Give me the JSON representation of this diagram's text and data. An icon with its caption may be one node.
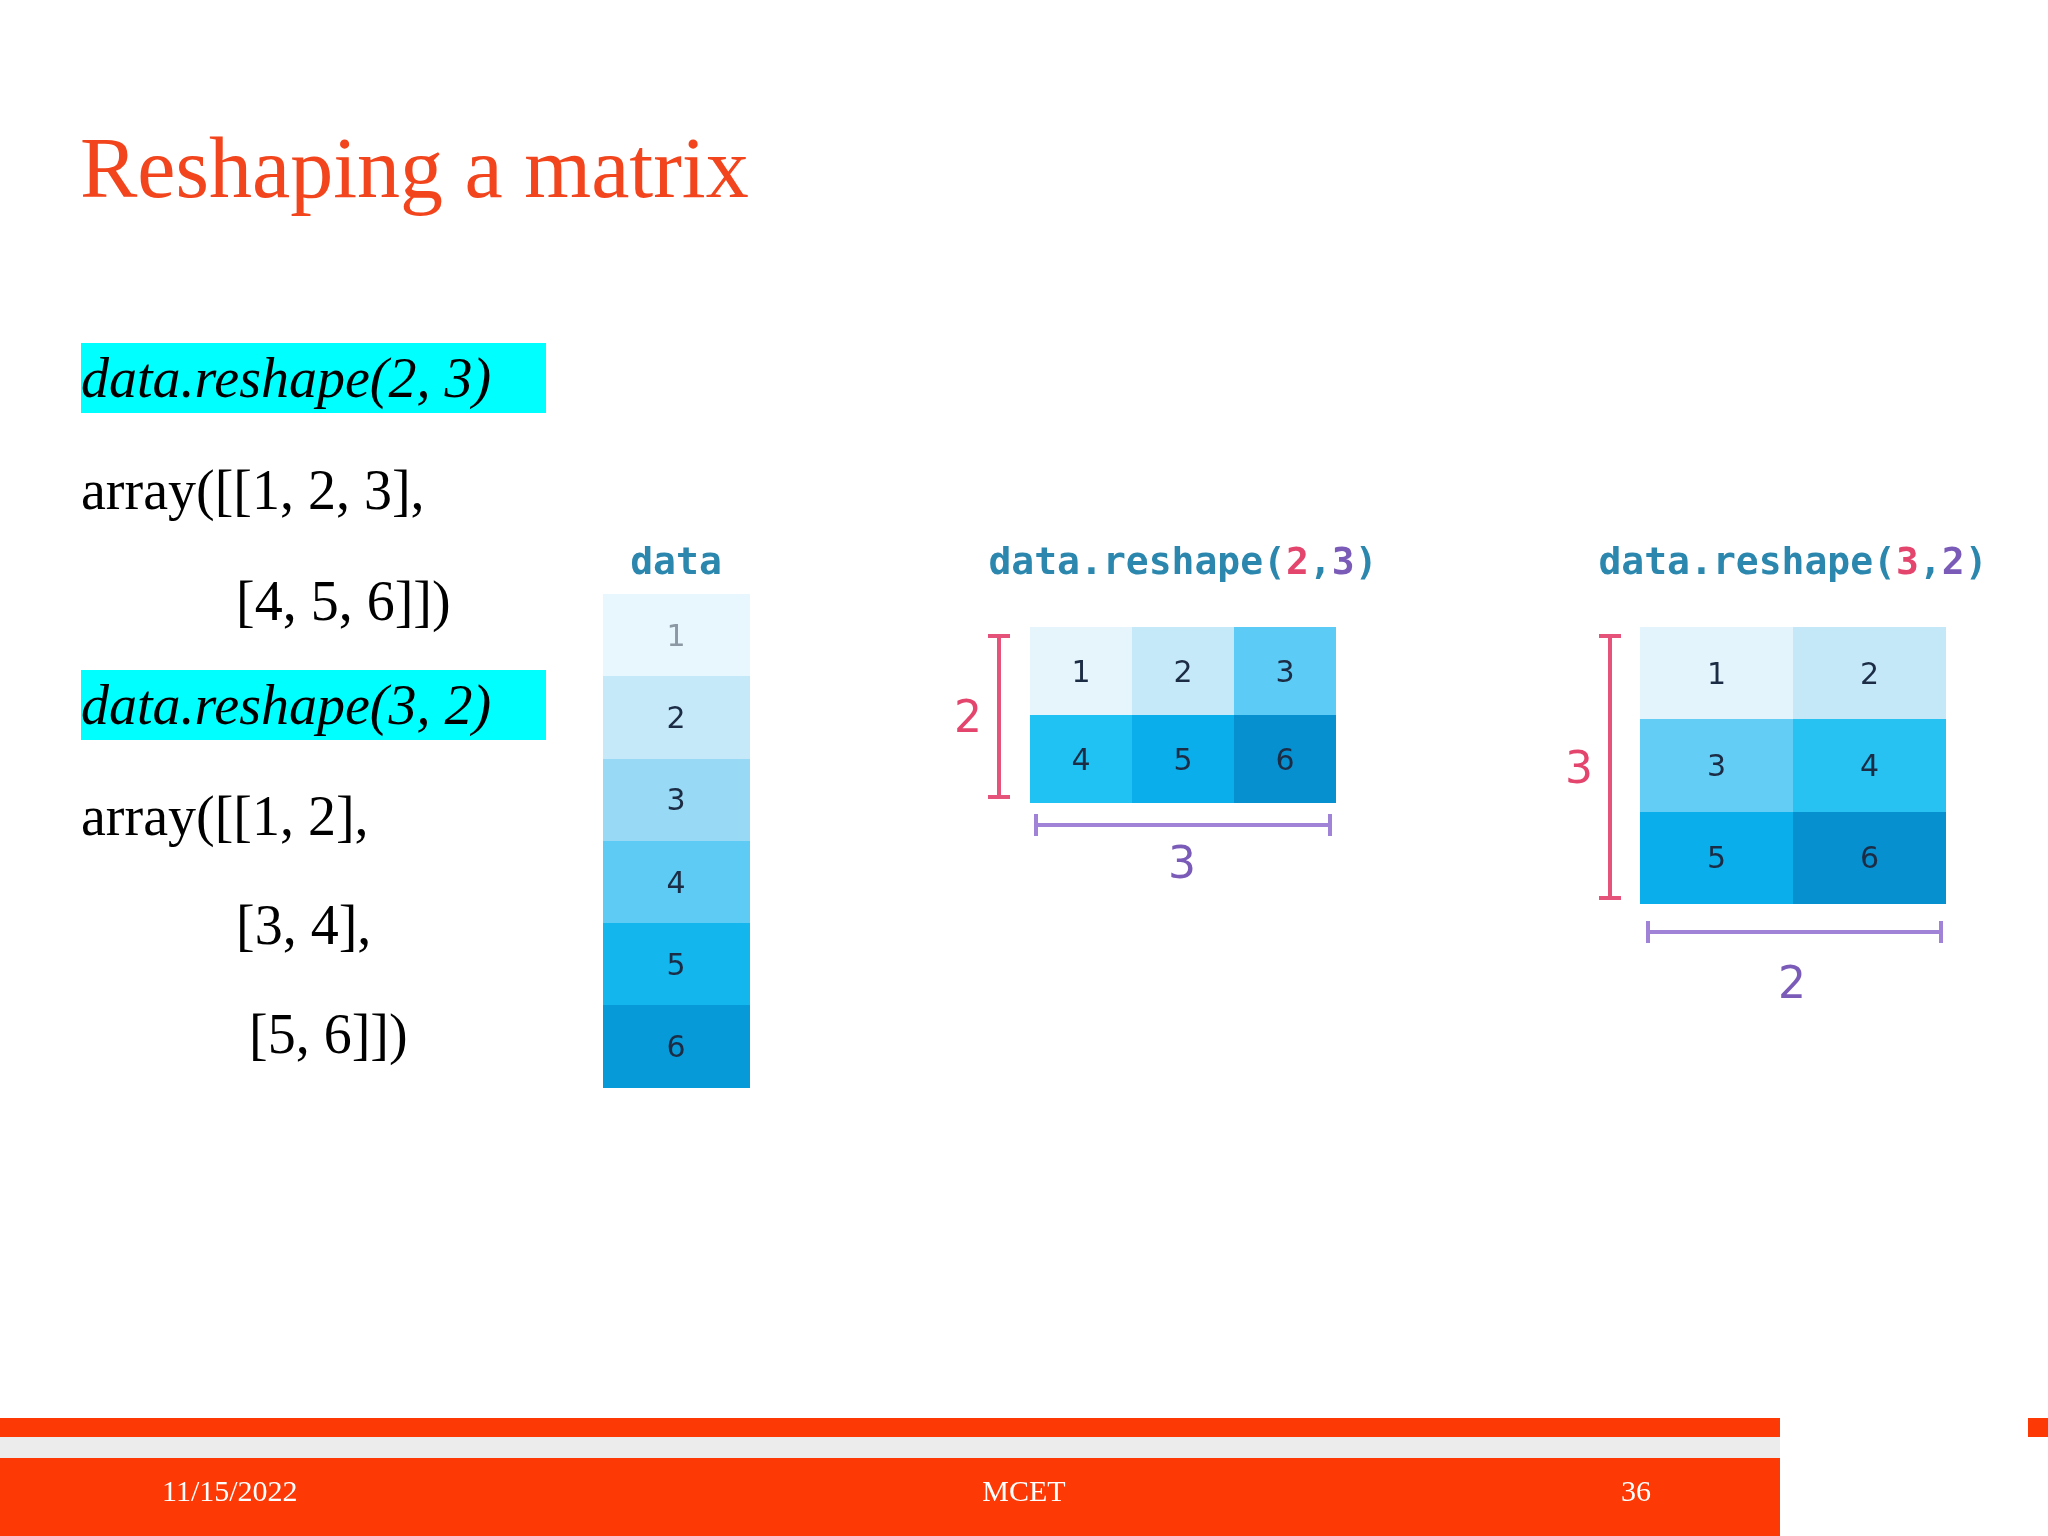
{
  "diagram": {
    "title": "Reshaping a matrix",
    "nodes": [
      {
        "text": [
          "data"
        ]
      },
      {
        "text": [
          "1"
        ],
        "in": 0
      },
      {
        "text": [
          "2"
        ],
        "in": 0
      },
      {
        "text": [
          "3"
        ],
        "in": 0
      },
      {
        "text": [
          "4"
        ],
        "in": 0
      },
      {
        "text": [
          "5"
        ],
        "in": 0
      },
      {
        "text": [
          "6"
        ],
        "in": 0
      },
      {
        "text": [
          "data.reshape(2,3)"
        ]
      },
      {
        "text": [
          "1"
        ],
        "in": 7
      },
      {
        "text": [
          "2"
        ],
        "in": 7
      },
      {
        "text": [
          "3"
        ],
        "in": 7
      },
      {
        "text": [
          "4"
        ],
        "in": 7
      },
      {
        "text": [
          "5"
        ],
        "in": 7
      },
      {
        "text": [
          "6"
        ],
        "in": 7
      },
      {
        "text": [
          "data.reshape(3,2)"
        ]
      },
      {
        "text": [
          "1"
        ],
        "in": 14
      },
      {
        "text": [
          "2"
        ],
        "in": 14
      },
      {
        "text": [
          "3"
        ],
        "in": 14
      },
      {
        "text": [
          "4"
        ],
        "in": 14
      },
      {
        "text": [
          "5"
        ],
        "in": 14
      },
      {
        "text": [
          "6"
        ],
        "in": 14
      }
    ],
    "labels": [
      "data.reshape(2, 3)",
      "array([[1, 2, 3],",
      "[4, 5, 6]])",
      "data.reshape(3, 2)",
      "array([[1, 2],",
      "[3, 4],",
      "[5, 6]])",
      "2",
      "3",
      "3",
      "2",
      "11/15/2022",
      "MCET",
      "36"
    ]
  }
}
